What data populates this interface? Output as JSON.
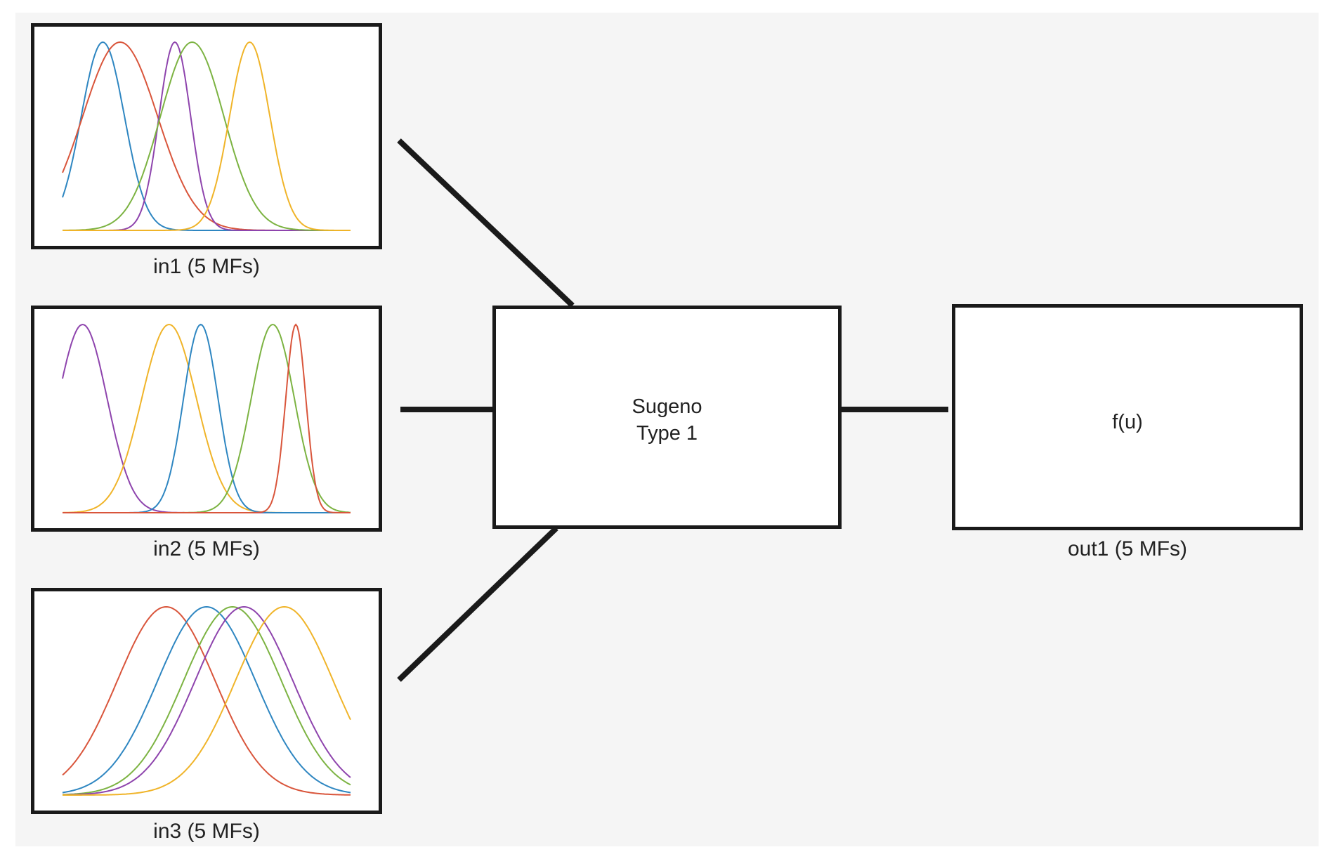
{
  "diagram": {
    "inputs": [
      {
        "label": "in1 (5 MFs)",
        "mfs": [
          {
            "color": "#2e86c1",
            "center": 0.14,
            "width": 0.075
          },
          {
            "color": "#d9553b",
            "center": 0.2,
            "width": 0.13
          },
          {
            "color": "#8e44ad",
            "center": 0.39,
            "width": 0.055
          },
          {
            "color": "#7cb342",
            "center": 0.45,
            "width": 0.11
          },
          {
            "color": "#f0b429",
            "center": 0.65,
            "width": 0.07
          }
        ]
      },
      {
        "label": "in2 (5 MFs)",
        "mfs": [
          {
            "color": "#8e44ad",
            "center": 0.07,
            "width": 0.085
          },
          {
            "color": "#f0b429",
            "center": 0.37,
            "width": 0.095
          },
          {
            "color": "#2e86c1",
            "center": 0.48,
            "width": 0.06
          },
          {
            "color": "#7cb342",
            "center": 0.73,
            "width": 0.075
          },
          {
            "color": "#d9553b",
            "center": 0.81,
            "width": 0.035
          }
        ]
      },
      {
        "label": "in3 (5 MFs)",
        "mfs": [
          {
            "color": "#d9553b",
            "center": 0.36,
            "width": 0.17
          },
          {
            "color": "#2e86c1",
            "center": 0.5,
            "width": 0.17
          },
          {
            "color": "#7cb342",
            "center": 0.59,
            "width": 0.17
          },
          {
            "color": "#8e44ad",
            "center": 0.63,
            "width": 0.17
          },
          {
            "color": "#f0b429",
            "center": 0.77,
            "width": 0.17
          }
        ]
      }
    ],
    "system": {
      "line1": "Sugeno",
      "line2": "Type 1"
    },
    "output": {
      "text": "f(u)",
      "label": "out1 (5 MFs)"
    }
  }
}
